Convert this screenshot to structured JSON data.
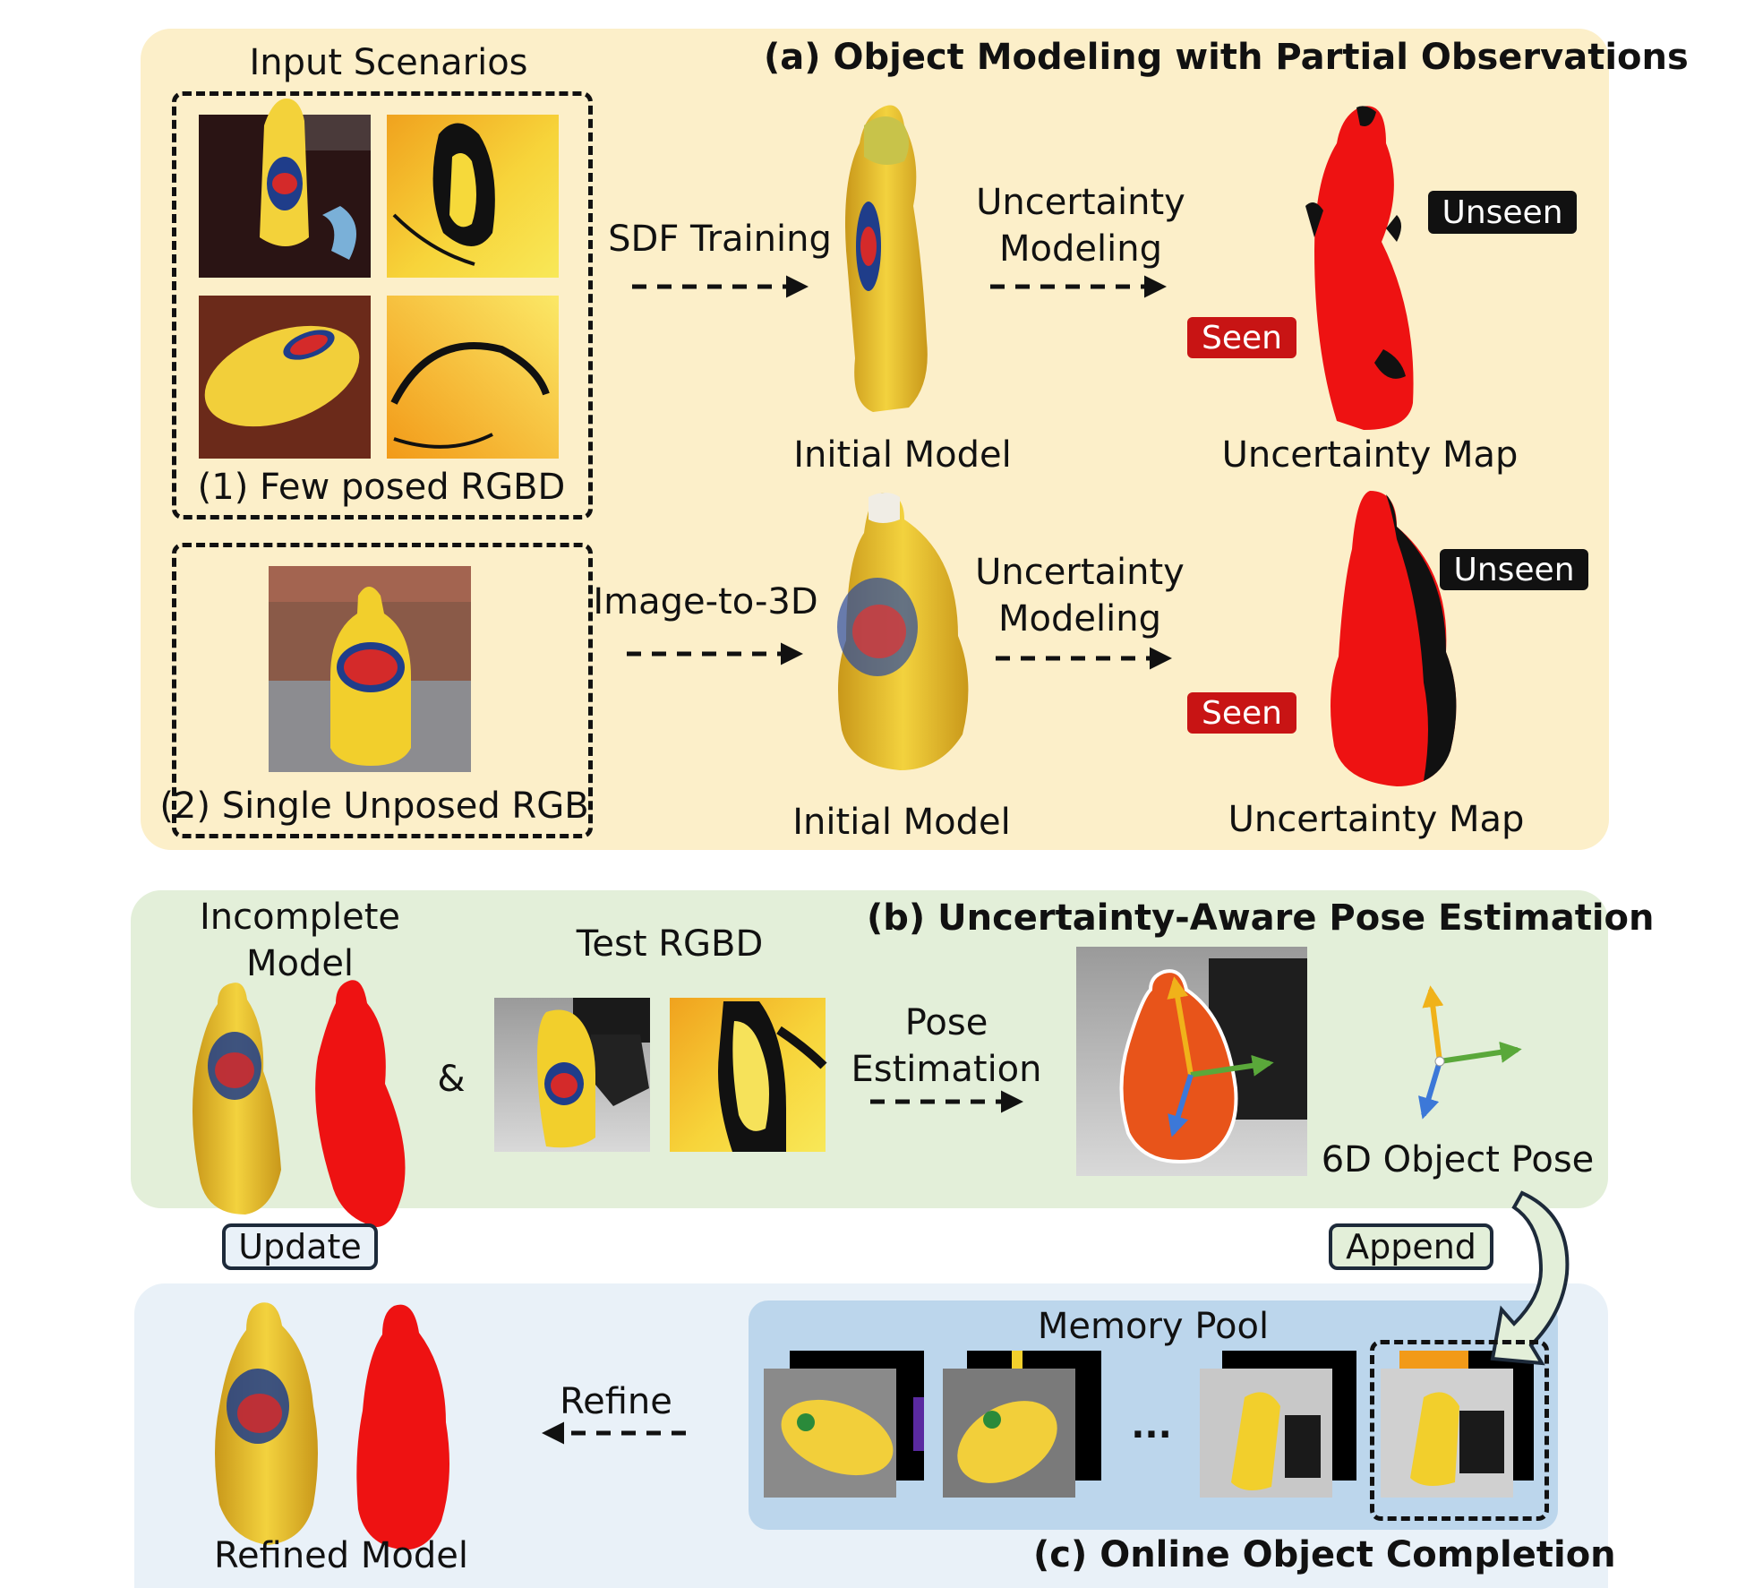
{
  "panel_a": {
    "title": "(a) Object Modeling with Partial Observations",
    "input_scenarios": "Input Scenarios",
    "scenario_1": "(1) Few posed RGBD",
    "scenario_2": "(2) Single Unposed RGB",
    "sdf_training": "SDF Training",
    "image_to_3d": "Image-to-3D",
    "uncertainty_modeling_top": [
      "Uncertainty",
      "Modeling"
    ],
    "uncertainty_modeling_bottom": [
      "Uncertainty",
      "Modeling"
    ],
    "initial_model_top": "Initial Model",
    "initial_model_bottom": "Initial Model",
    "uncertainty_map_top": "Uncertainty Map",
    "uncertainty_map_bottom": "Uncertainty Map",
    "seen_top": "Seen",
    "unseen_top": "Unseen",
    "seen_bottom": "Seen",
    "unseen_bottom": "Unseen"
  },
  "panel_b": {
    "title": "(b) Uncertainty-Aware Pose Estimation",
    "incomplete_model": [
      "Incomplete",
      "Model"
    ],
    "ampersand": "&",
    "test_rgbd": "Test RGBD",
    "pose_estimation": [
      "Pose",
      "Estimation"
    ],
    "pose_result": "6D Object Pose"
  },
  "panel_c": {
    "title": "(c) Online Object Completion",
    "memory_pool": "Memory Pool",
    "ellipsis": "...",
    "refine": "Refine",
    "refined_model": "Refined Model"
  },
  "update_label": "Update",
  "append_label": "Append",
  "colors": {
    "panel_a_bg": "#fcefc9",
    "panel_b_bg": "#e3efd9",
    "panel_c_bg": "#e9f1f8",
    "memory_pool_bg": "#bcd6ec",
    "seen": "#c81414",
    "unseen": "#111111",
    "mustard": "#e9c22c"
  },
  "icons": [
    "dashed-arrow-icon",
    "curved-arrow-icon",
    "axis-triad-icon"
  ]
}
